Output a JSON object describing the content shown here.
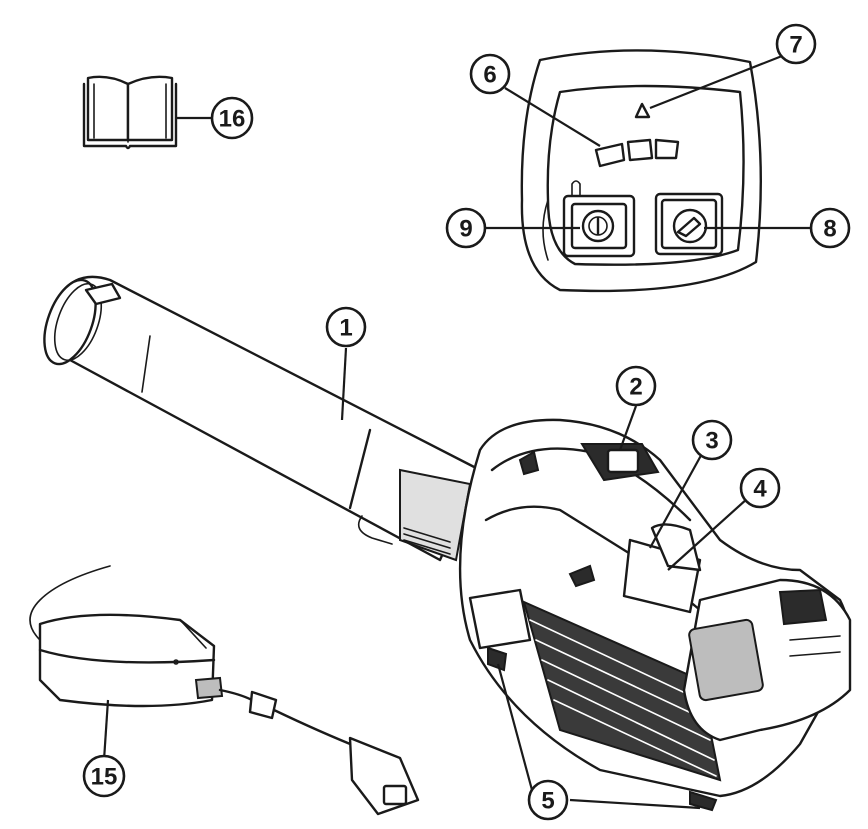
{
  "callouts": [
    {
      "id": "1",
      "label": "1"
    },
    {
      "id": "2",
      "label": "2"
    },
    {
      "id": "3",
      "label": "3"
    },
    {
      "id": "4",
      "label": "4"
    },
    {
      "id": "5",
      "label": "5"
    },
    {
      "id": "6",
      "label": "6"
    },
    {
      "id": "7",
      "label": "7"
    },
    {
      "id": "8",
      "label": "8"
    },
    {
      "id": "9",
      "label": "9"
    },
    {
      "id": "15",
      "label": "15"
    },
    {
      "id": "16",
      "label": "16"
    }
  ],
  "colors": {
    "line": "#1a1a1a",
    "background": "#ffffff",
    "dark": "#2b2b2b",
    "grey": "#bdbdbd"
  },
  "icons": [
    "manual-book-icon",
    "power-icon",
    "boost-icon",
    "warning-triangle-icon"
  ]
}
